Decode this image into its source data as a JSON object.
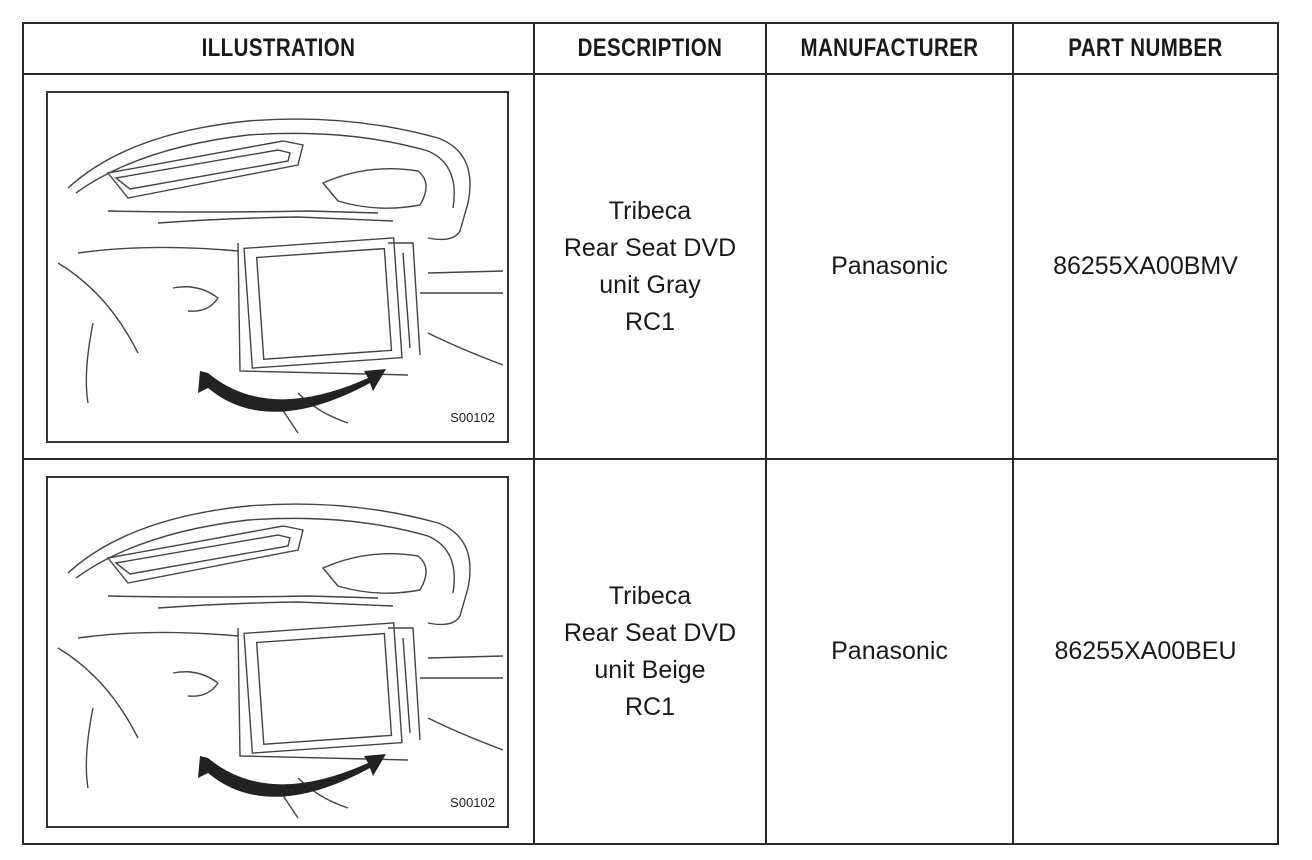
{
  "headers": {
    "illustration": "ILLUSTRATION",
    "description": "DESCRIPTION",
    "manufacturer": "MANUFACTURER",
    "part_number": "PART NUMBER"
  },
  "rows": [
    {
      "figure_code": "S00102",
      "description": [
        "Tribeca",
        "Rear Seat DVD",
        "unit Gray",
        "RC1"
      ],
      "manufacturer": "Panasonic",
      "part_number": "86255XA00BMV"
    },
    {
      "figure_code": "S00102",
      "description": [
        "Tribeca",
        "Rear Seat DVD",
        "unit Beige",
        "RC1"
      ],
      "manufacturer": "Panasonic",
      "part_number": "86255XA00BEU"
    }
  ]
}
